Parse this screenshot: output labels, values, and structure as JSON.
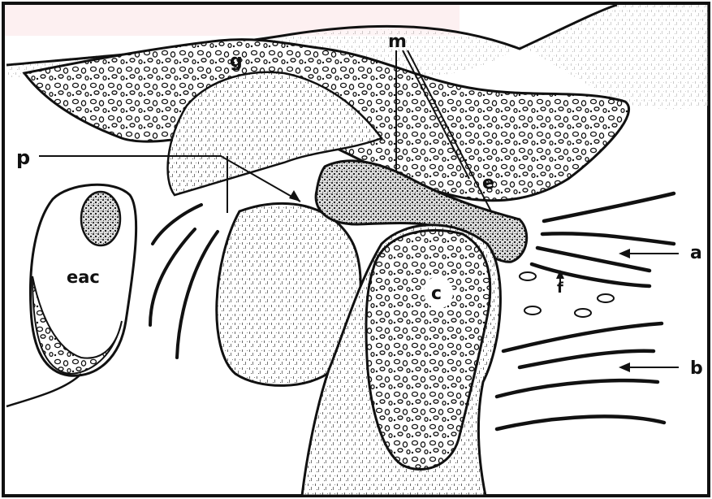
{
  "labels": {
    "g": "g",
    "m": "m",
    "p": "p",
    "e": "e",
    "eac": "eac",
    "c": "c",
    "f": "f",
    "a": "a",
    "b": "b"
  },
  "colors": {
    "ink": "#111111",
    "paper": "#ffffff",
    "tint": "#fbe3e6",
    "stipple": "#555555",
    "disc": "#2a2a2a"
  }
}
